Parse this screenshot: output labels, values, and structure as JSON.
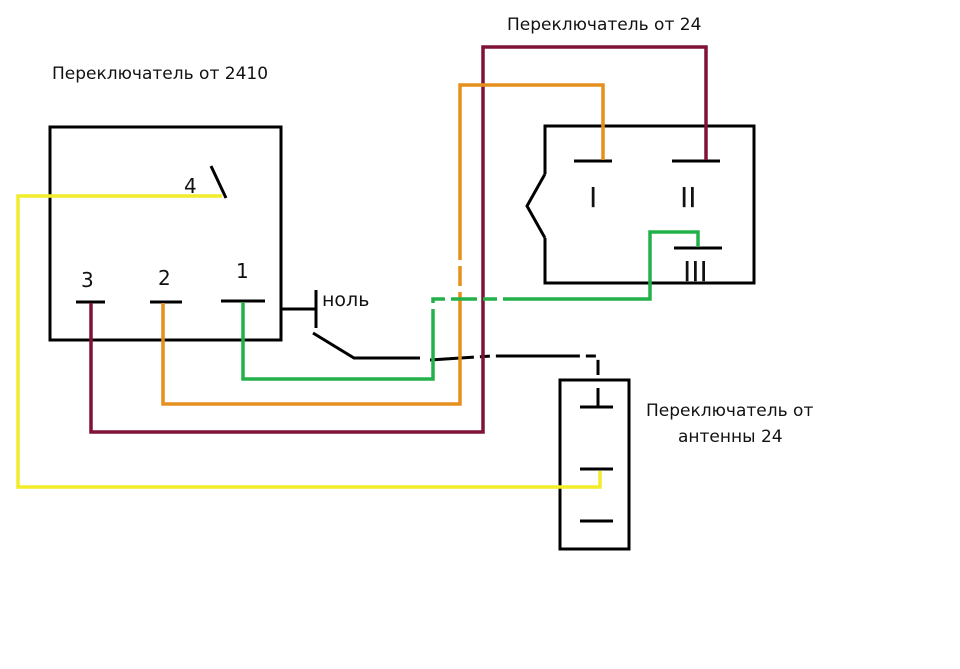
{
  "labels": {
    "switch_2410": "Переключатель от 2410",
    "switch_24": "Переключатель от 24",
    "antenna_line1": "Переключатель от",
    "antenna_line2": "антенны 24",
    "neutral": "ноль"
  },
  "switch_2410_terminals": {
    "t1": "1",
    "t2": "2",
    "t3": "3",
    "t4": "4"
  },
  "switch_24_terminals": {
    "t1": "I",
    "t2": "II",
    "t3": "III"
  },
  "wire_colors": {
    "yellow": "#f2ec2b",
    "orange": "#e5901e",
    "maroon": "#7f1236",
    "green": "#23b04a",
    "black": "#000000"
  }
}
